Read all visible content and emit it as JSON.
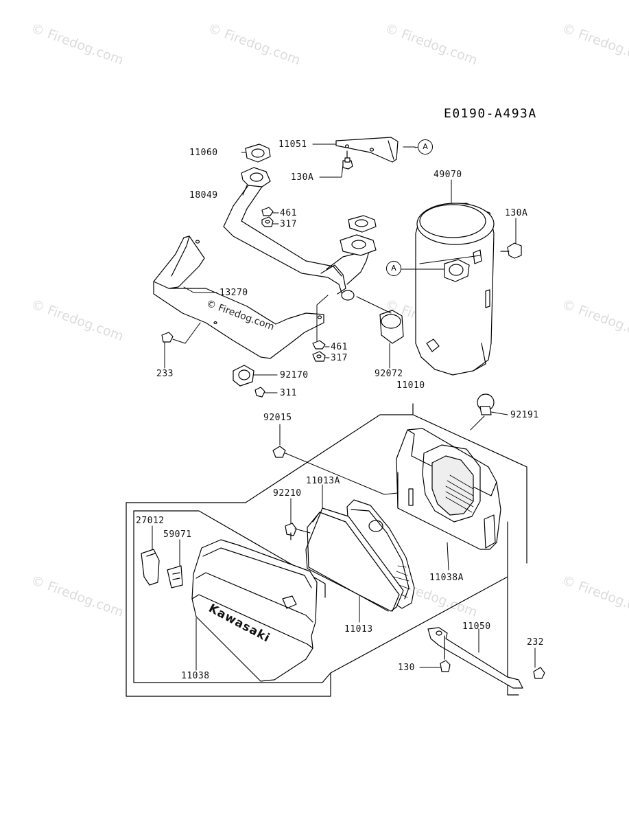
{
  "diagram_code": "E0190-A493A",
  "watermark_text": "© Firedog.com",
  "brand_text": "Kawasaki",
  "callout_letter": "A",
  "parts": {
    "p11060": "11060",
    "p11051": "11051",
    "p130A_top": "130A",
    "p18049": "18049",
    "p461_top": "461",
    "p317_top": "317",
    "p49070": "49070",
    "p130A_right": "130A",
    "p13270": "13270",
    "p461_mid": "461",
    "p317_mid": "317",
    "p233": "233",
    "p92170": "92170",
    "p311": "311",
    "p92072": "92072",
    "p11010": "11010",
    "p92191": "92191",
    "p92015": "92015",
    "p11013A": "11013A",
    "p92210": "92210",
    "p27012": "27012",
    "p59071": "59071",
    "p11038A": "11038A",
    "p11013": "11013",
    "p11050": "11050",
    "p232": "232",
    "p130": "130",
    "p11038": "11038"
  }
}
